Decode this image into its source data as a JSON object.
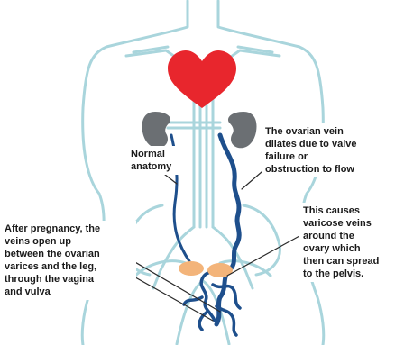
{
  "labels": {
    "normal_anatomy": "Normal\nanatomy",
    "ovarian_vein": "The ovarian vein\ndilates due to valve\nfailure or\nobstruction to flow",
    "after_pregnancy": "After pregnancy, the\nveins open up\nbetween the ovarian\nvarices and the leg,\nthrough the vagina\nand vulva",
    "varicose_veins": "This causes\nvaricose veins\naround the\novary which\nthen can spread\nto the pelvis."
  },
  "colors": {
    "outline": "#a9d5dc",
    "heart": "#e8262d",
    "kidney": "#6b6f73",
    "vein": "#1e4f8c",
    "ovary": "#f3b47a",
    "label_text": "#1a1a1a",
    "pointer": "#2a2a2a"
  },
  "icons": [
    "heart-icon",
    "kidney-icon",
    "ovary-icon"
  ]
}
